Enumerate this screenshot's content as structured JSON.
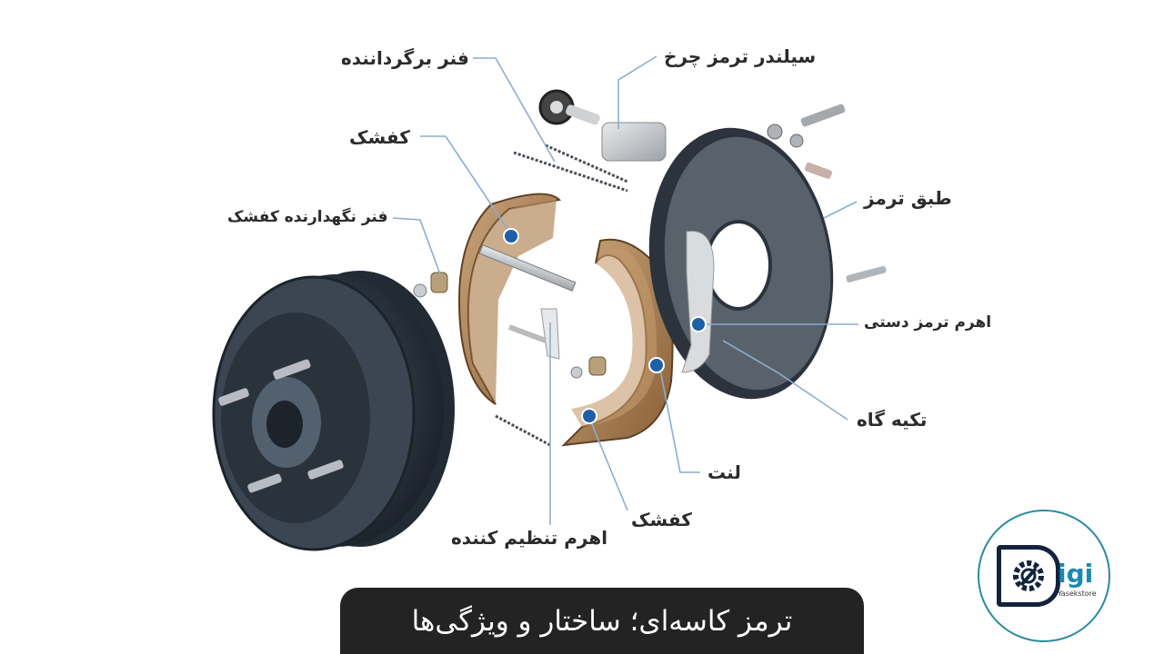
{
  "labels": {
    "return_spring": "فنر برگرداننده",
    "wheel_cylinder": "سیلندر ترمز چرخ",
    "shoe_top": "کفشک",
    "hold_down_spring": "فنر نگهدارنده کفشک",
    "backing_plate": "طبق ترمز",
    "parking_lever": "اهرم ترمز دستی",
    "anchor": "تکیه گاه",
    "lining": "لنت",
    "shoe_bottom": "کفشک",
    "adjuster_lever": "اهرم تنظیم کننده"
  },
  "title": "ترمز کاسه‌ای؛ ساختار و ویژگی‌ها",
  "logo": {
    "word": "igi",
    "sub": "Yasekstore"
  },
  "colors": {
    "marker": "#1f5fa6",
    "leader": "#8aaed0",
    "title_bg": "#232323",
    "accent": "#1a8ab0"
  }
}
